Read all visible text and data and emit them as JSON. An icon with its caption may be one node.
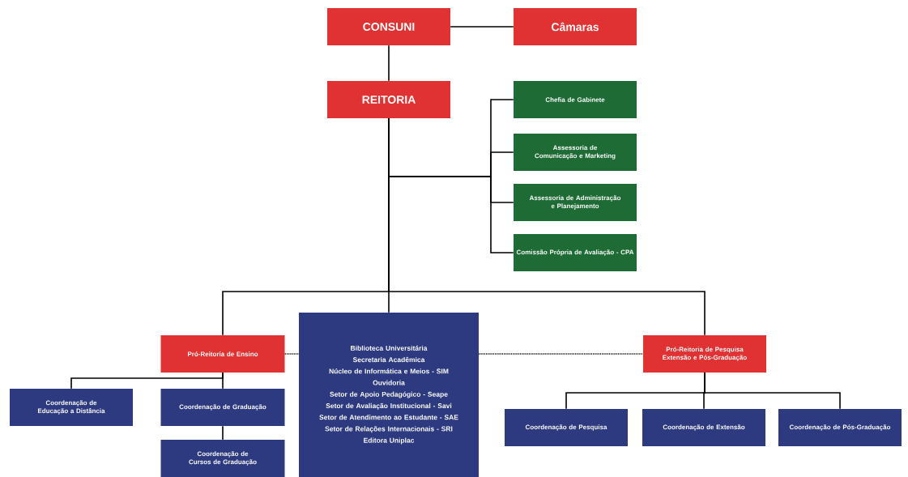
{
  "diagram": {
    "nodes": [
      {
        "text": [
          "CONSUNI"
        ]
      },
      {
        "text": [
          "Câmaras"
        ]
      },
      {
        "text": [
          "REITORIA"
        ]
      },
      {
        "text": [
          "Chefia de Gabinete"
        ]
      },
      {
        "text": [
          "Assessoria de Comunicação e Marketing"
        ]
      },
      {
        "text": [
          "Assessoria de Administração e Planejamento"
        ]
      },
      {
        "text": [
          "Comissão Própria de Avaliação - CPA"
        ]
      },
      {
        "text": [
          "Pró-Reitoria de Ensino"
        ]
      },
      {
        "text": [
          "Biblioteca Universitária",
          "Secretaria Acadêmica",
          "Núcleo de Informática e Meios - SIM",
          "Ouvidoria",
          "Setor de Apoio Pedagógico - Seape",
          "Setor de Avaliação Institucional - Savi",
          "Setor de Atendimento ao Estudante - SAE",
          "Setor de Relações Internacionais - SRI",
          "Editora Uniplac"
        ]
      },
      {
        "text": [
          "Pró-Reitoria de Pesquisa Extensão e Pós-Graduação"
        ]
      },
      {
        "text": [
          "Coordenação de Educação a Distância"
        ]
      },
      {
        "text": [
          "Coordenação de Graduação"
        ]
      },
      {
        "text": [
          "Coordenação de Cursos de Graduação"
        ]
      },
      {
        "text": [
          "Coordenação de Pesquisa"
        ]
      },
      {
        "text": [
          "Coordenação de Extensão"
        ]
      },
      {
        "text": [
          "Coordenação de Pós-Graduação"
        ]
      }
    ],
    "edges": [
      {
        "from": 0,
        "to": 1,
        "arrow": "none"
      },
      {
        "from": 0,
        "to": 2,
        "arrow": "none"
      },
      {
        "from": 2,
        "to": 3,
        "arrow": "none"
      },
      {
        "from": 2,
        "to": 4,
        "arrow": "none"
      },
      {
        "from": 2,
        "to": 5,
        "arrow": "none"
      },
      {
        "from": 2,
        "to": 6,
        "arrow": "none"
      },
      {
        "from": 2,
        "to": 7,
        "arrow": "none"
      },
      {
        "from": 2,
        "to": 8,
        "arrow": "none"
      },
      {
        "from": 2,
        "to": 9,
        "arrow": "none"
      },
      {
        "from": 7,
        "to": 8,
        "arrow": "none",
        "style": "dashed"
      },
      {
        "from": 8,
        "to": 9,
        "arrow": "none",
        "style": "dashed"
      },
      {
        "from": 7,
        "to": 10,
        "arrow": "none"
      },
      {
        "from": 7,
        "to": 11,
        "arrow": "none"
      },
      {
        "from": 11,
        "to": 12,
        "arrow": "none"
      },
      {
        "from": 9,
        "to": 13,
        "arrow": "none"
      },
      {
        "from": 9,
        "to": 14,
        "arrow": "none"
      },
      {
        "from": 9,
        "to": 15,
        "arrow": "none"
      }
    ]
  }
}
